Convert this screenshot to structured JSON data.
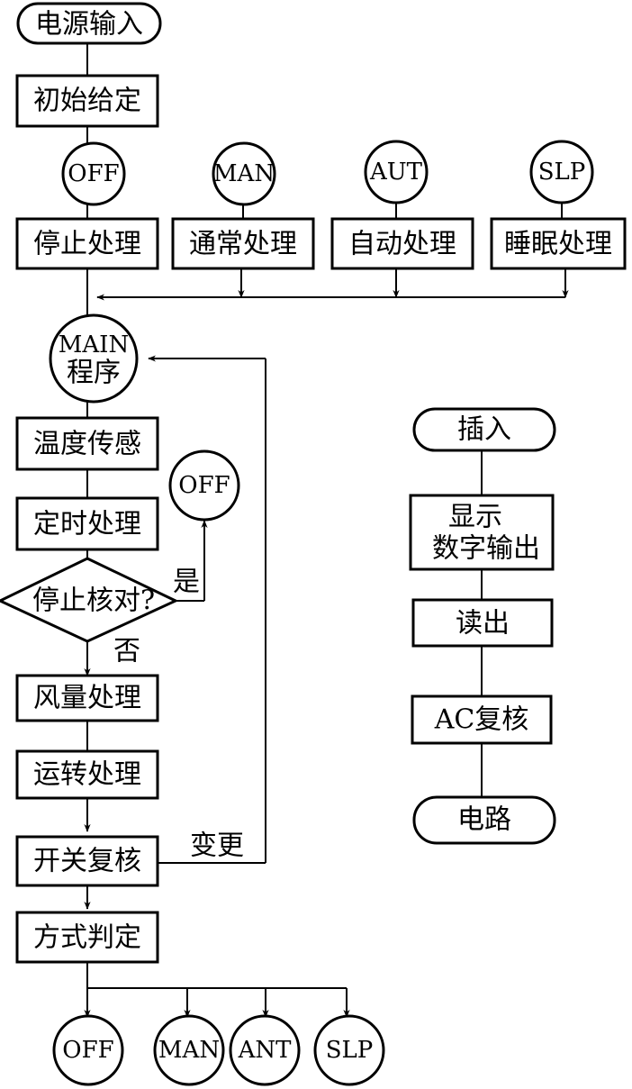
{
  "diagram": {
    "nodes": {
      "power_input": "电源输入",
      "initial_setting": "初始给定",
      "off_top": "OFF",
      "man_top": "MAN",
      "aut_top": "AUT",
      "slp_top": "SLP",
      "stop_process": "停止处理",
      "normal_process": "通常处理",
      "auto_process": "自动处理",
      "sleep_process": "睡眠处理",
      "main_line1": "MAIN",
      "main_line2": "程序",
      "temp_sensing": "温度传感",
      "timer_process": "定时处理",
      "stop_check": "停止核对?",
      "off_right": "OFF",
      "fan_process": "风量处理",
      "run_process": "运转处理",
      "switch_recheck": "开关复核",
      "mode_decision": "方式判定",
      "off_bottom": "OFF",
      "man_bottom": "MAN",
      "ant_bottom": "ANT",
      "slp_bottom": "SLP",
      "interrupt": "插入",
      "display_line1": "显示",
      "display_line2": "数字输出",
      "read_out": "读出",
      "ac_recheck": "AC复核",
      "circuit": "电路"
    },
    "labels": {
      "yes": "是",
      "no": "否",
      "change": "变更"
    }
  }
}
